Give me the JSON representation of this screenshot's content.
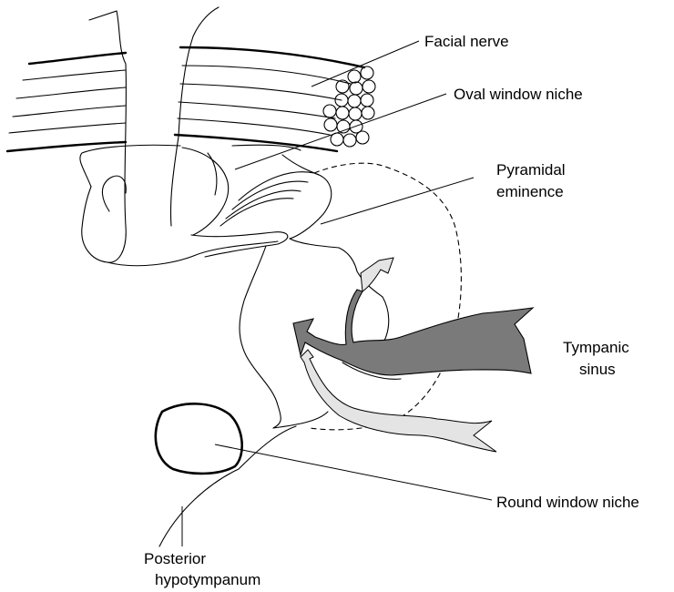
{
  "labels": {
    "facial_nerve": "Facial nerve",
    "oval_window_niche": "Oval window niche",
    "pyramidal_eminence_line1": "Pyramidal",
    "pyramidal_eminence_line2": "eminence",
    "tympanic_sinus_line1": "Tympanic",
    "tympanic_sinus_line2": "sinus",
    "round_window_niche": "Round window niche",
    "posterior_hypotympanum_line1": "Posterior",
    "posterior_hypotympanum_line2": "hypotympanum"
  },
  "colors": {
    "dark_arrow": "#7a7a7a",
    "light_arrow": "#e4e4e4",
    "line": "#000000",
    "background": "#ffffff"
  }
}
